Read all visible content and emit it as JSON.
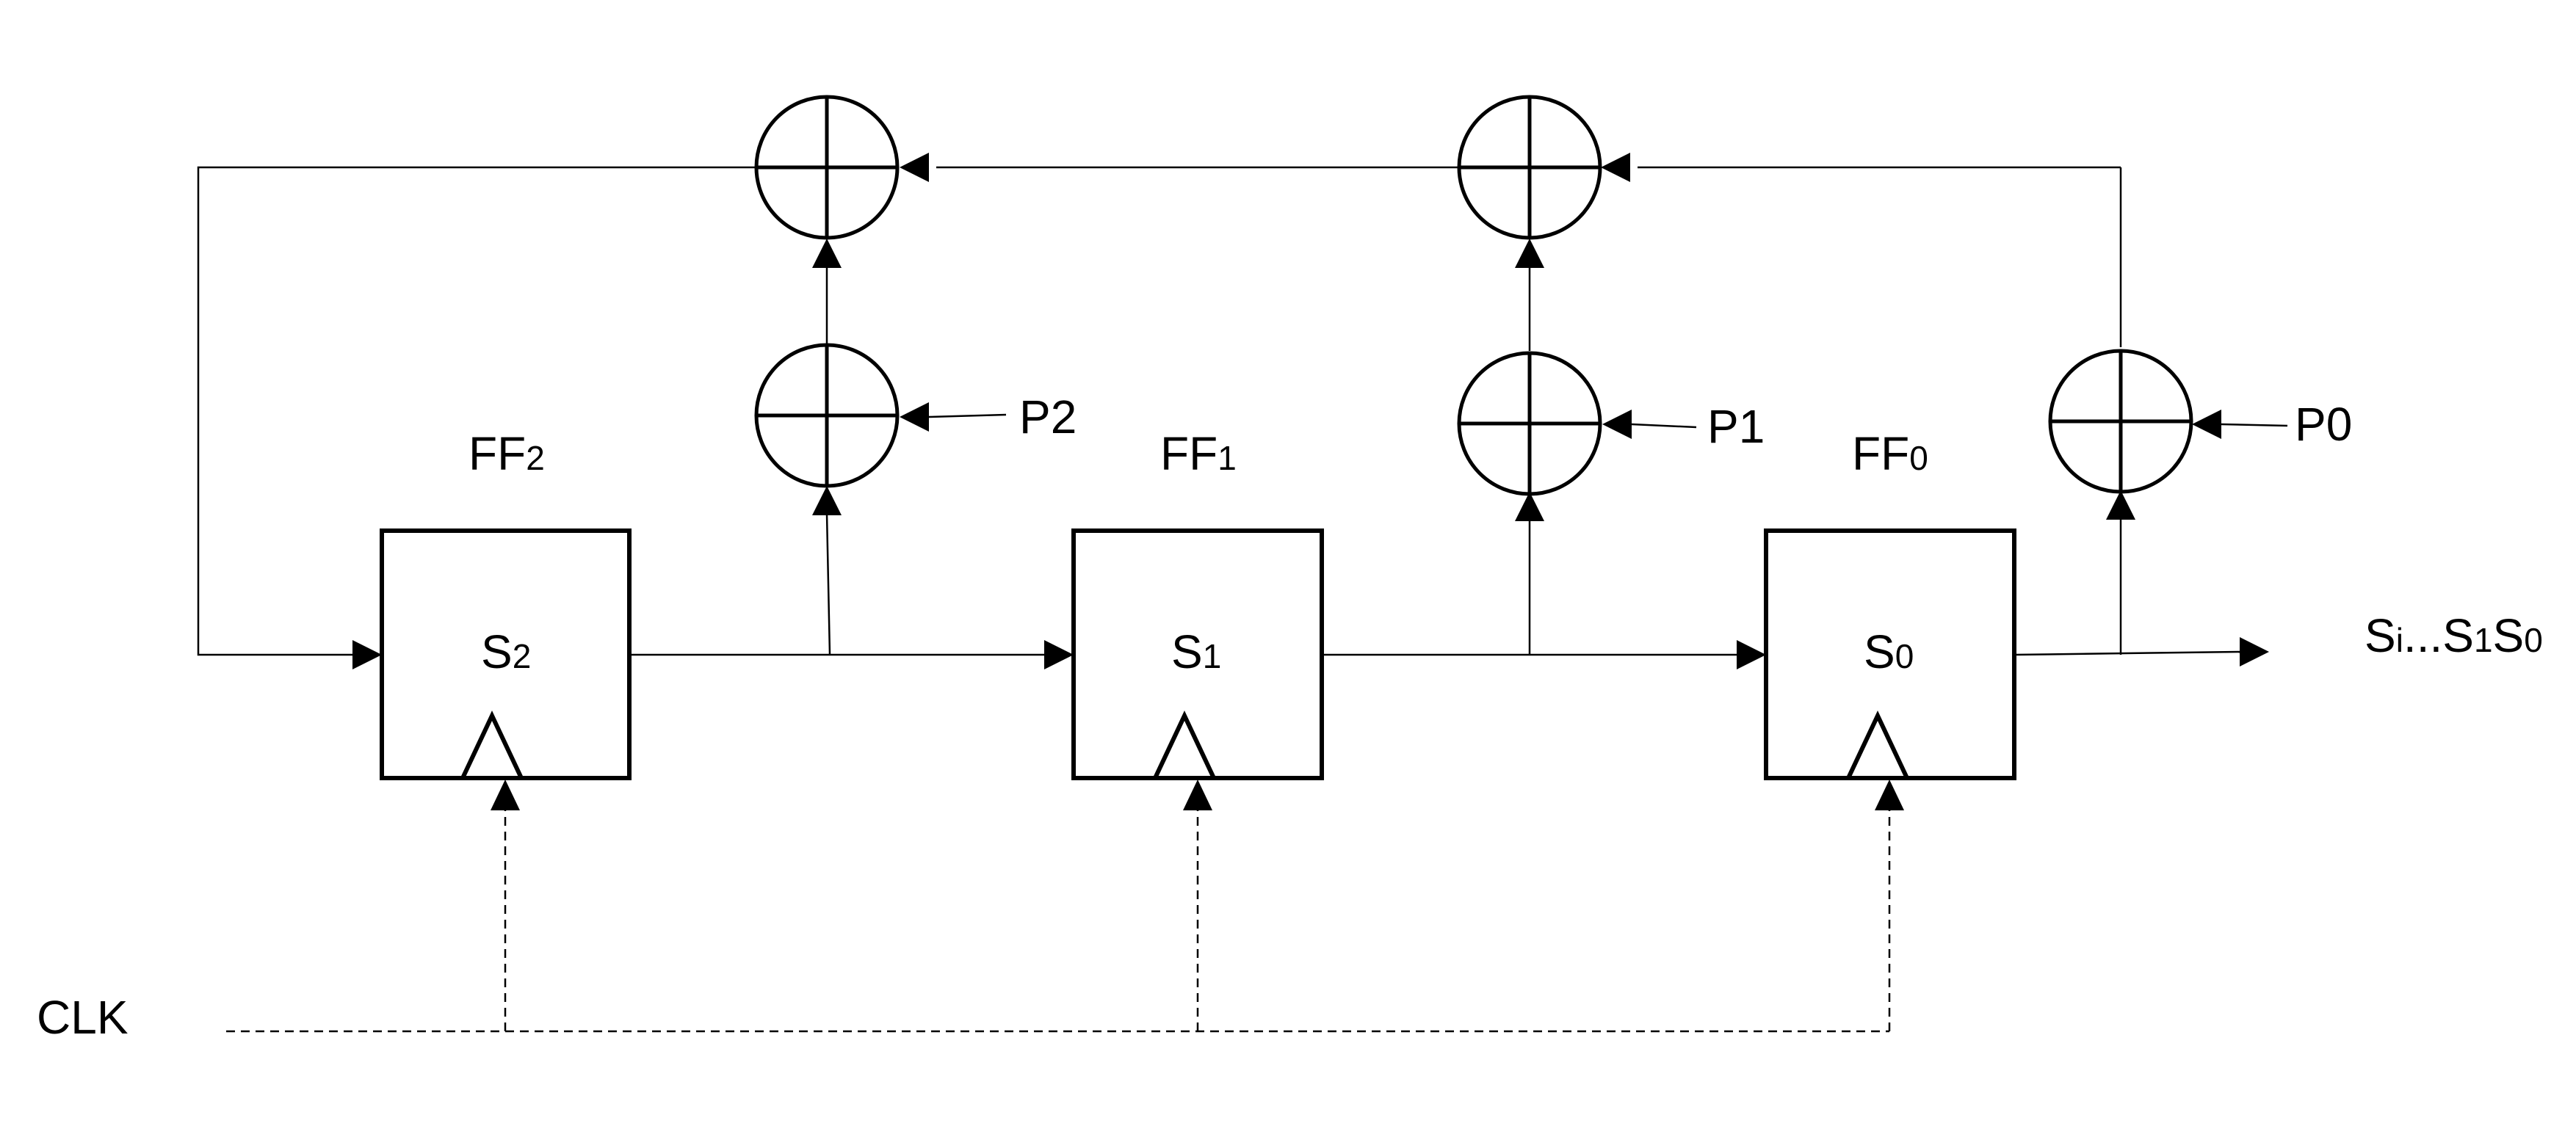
{
  "diagram": {
    "flip_flops": [
      {
        "name_main": "FF",
        "name_sub": "2",
        "state_main": "S",
        "state_sub": "2"
      },
      {
        "name_main": "FF",
        "name_sub": "1",
        "state_main": "S",
        "state_sub": "1"
      },
      {
        "name_main": "FF",
        "name_sub": "0",
        "state_main": "S",
        "state_sub": "0"
      }
    ],
    "inputs": [
      "P2",
      "P1",
      "P0"
    ],
    "clock_label": "CLK",
    "output": {
      "s": "S",
      "i": "i",
      "dots": "...",
      "s1": "S",
      "one": "1",
      "s0": "S",
      "zero": "0"
    }
  }
}
